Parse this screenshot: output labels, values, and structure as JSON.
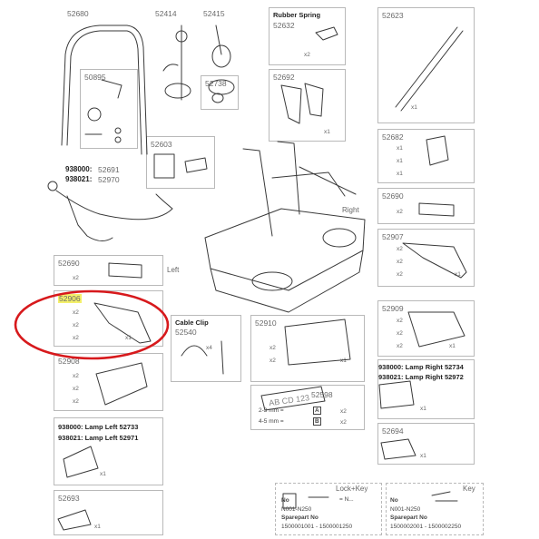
{
  "parts": {
    "p52680": "52680",
    "p52414": "52414",
    "p52415": "52415",
    "rubber_spring_title": "Rubber Spring",
    "p52632": "52632",
    "p52623": "52623",
    "p50895": "50895",
    "p52738": "52738",
    "p52692": "52692",
    "p52603": "52603",
    "p52682": "52682",
    "code_938000": "938000:",
    "code_938000_part": "52691",
    "code_938021": "938021:",
    "code_938021_part": "52970",
    "p52690_right": "52690",
    "p52907": "52907",
    "p52690_left": "52690",
    "p52906": "52906",
    "cable_clip_title": "Cable Clip",
    "p52540": "52540",
    "p52910": "52910",
    "p52909": "52909",
    "p52908": "52908",
    "lamp_right_1": "938000: Lamp Right 52734",
    "lamp_right_2": "938021: Lamp Right 52972",
    "p52598": "52598",
    "plate_text": "AB CD 123",
    "plate_23": "2-3 mm =",
    "plate_45": "4-5 mm =",
    "plate_a": "A",
    "plate_b": "B",
    "lamp_left_1": "938000: Lamp Left 52733",
    "lamp_left_2": "938021: Lamp Left 52971",
    "p52694": "52694",
    "p52693": "52693"
  },
  "labels": {
    "right": "Right",
    "left": "Left"
  },
  "qty": {
    "x1": "x1",
    "x2": "x2",
    "x4": "x4"
  },
  "lock_key": {
    "title": "Lock+Key",
    "no_label": "No",
    "no_value": "N001-N250",
    "eq_text": "= N...",
    "sparepart_label": "Sparepart No",
    "sparepart_value": "1500001001 - 1500001250"
  },
  "key": {
    "title": "Key",
    "no_label": "No",
    "no_value": "N001-N250",
    "sparepart_label": "Sparepart No",
    "sparepart_value": "1500002001 - 1500002250"
  },
  "colors": {
    "highlight": "#f4f06a",
    "circle": "#d7191c",
    "line": "#3a3a3a",
    "box": "#b9b9b9"
  }
}
